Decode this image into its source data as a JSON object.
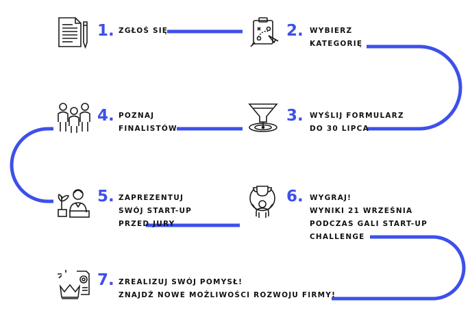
{
  "colors": {
    "accent": "#3d50ea",
    "text": "#111111",
    "icon": "#1a1a1a"
  },
  "steps": [
    {
      "number": "1.",
      "lines": [
        "ZGŁOŚ SIĘ"
      ],
      "icon": "document-pen-icon"
    },
    {
      "number": "2.",
      "lines": [
        "WYBIERZ",
        "KATEGORIĘ"
      ],
      "icon": "strategy-board-icon"
    },
    {
      "number": "3.",
      "lines": [
        "WYŚLIJ FORMULARZ",
        "DO 30 LIPCA"
      ],
      "icon": "funnel-target-icon"
    },
    {
      "number": "4.",
      "lines": [
        "POZNAJ",
        "FINALISTÓW"
      ],
      "icon": "group-people-icon"
    },
    {
      "number": "5.",
      "lines": [
        "ZAPREZENTUJ",
        "SWÓJ START-UP",
        "PRZED JURY"
      ],
      "icon": "presenter-icon"
    },
    {
      "number": "6.",
      "lines": [
        "WYGRAJ!",
        "WYNIKI 21 WRZEŚNIA",
        "PODCZAS GALI START-UP",
        "CHALLENGE"
      ],
      "icon": "trophy-winner-icon"
    },
    {
      "number": "7.",
      "lines": [
        "ZREALIZUJ SWÓJ POMYSŁ!",
        "ZNAJDŹ NOWE MOŻLIWOŚCI ROZWOJU FIRMY!"
      ],
      "icon": "crown-growth-icon"
    }
  ]
}
